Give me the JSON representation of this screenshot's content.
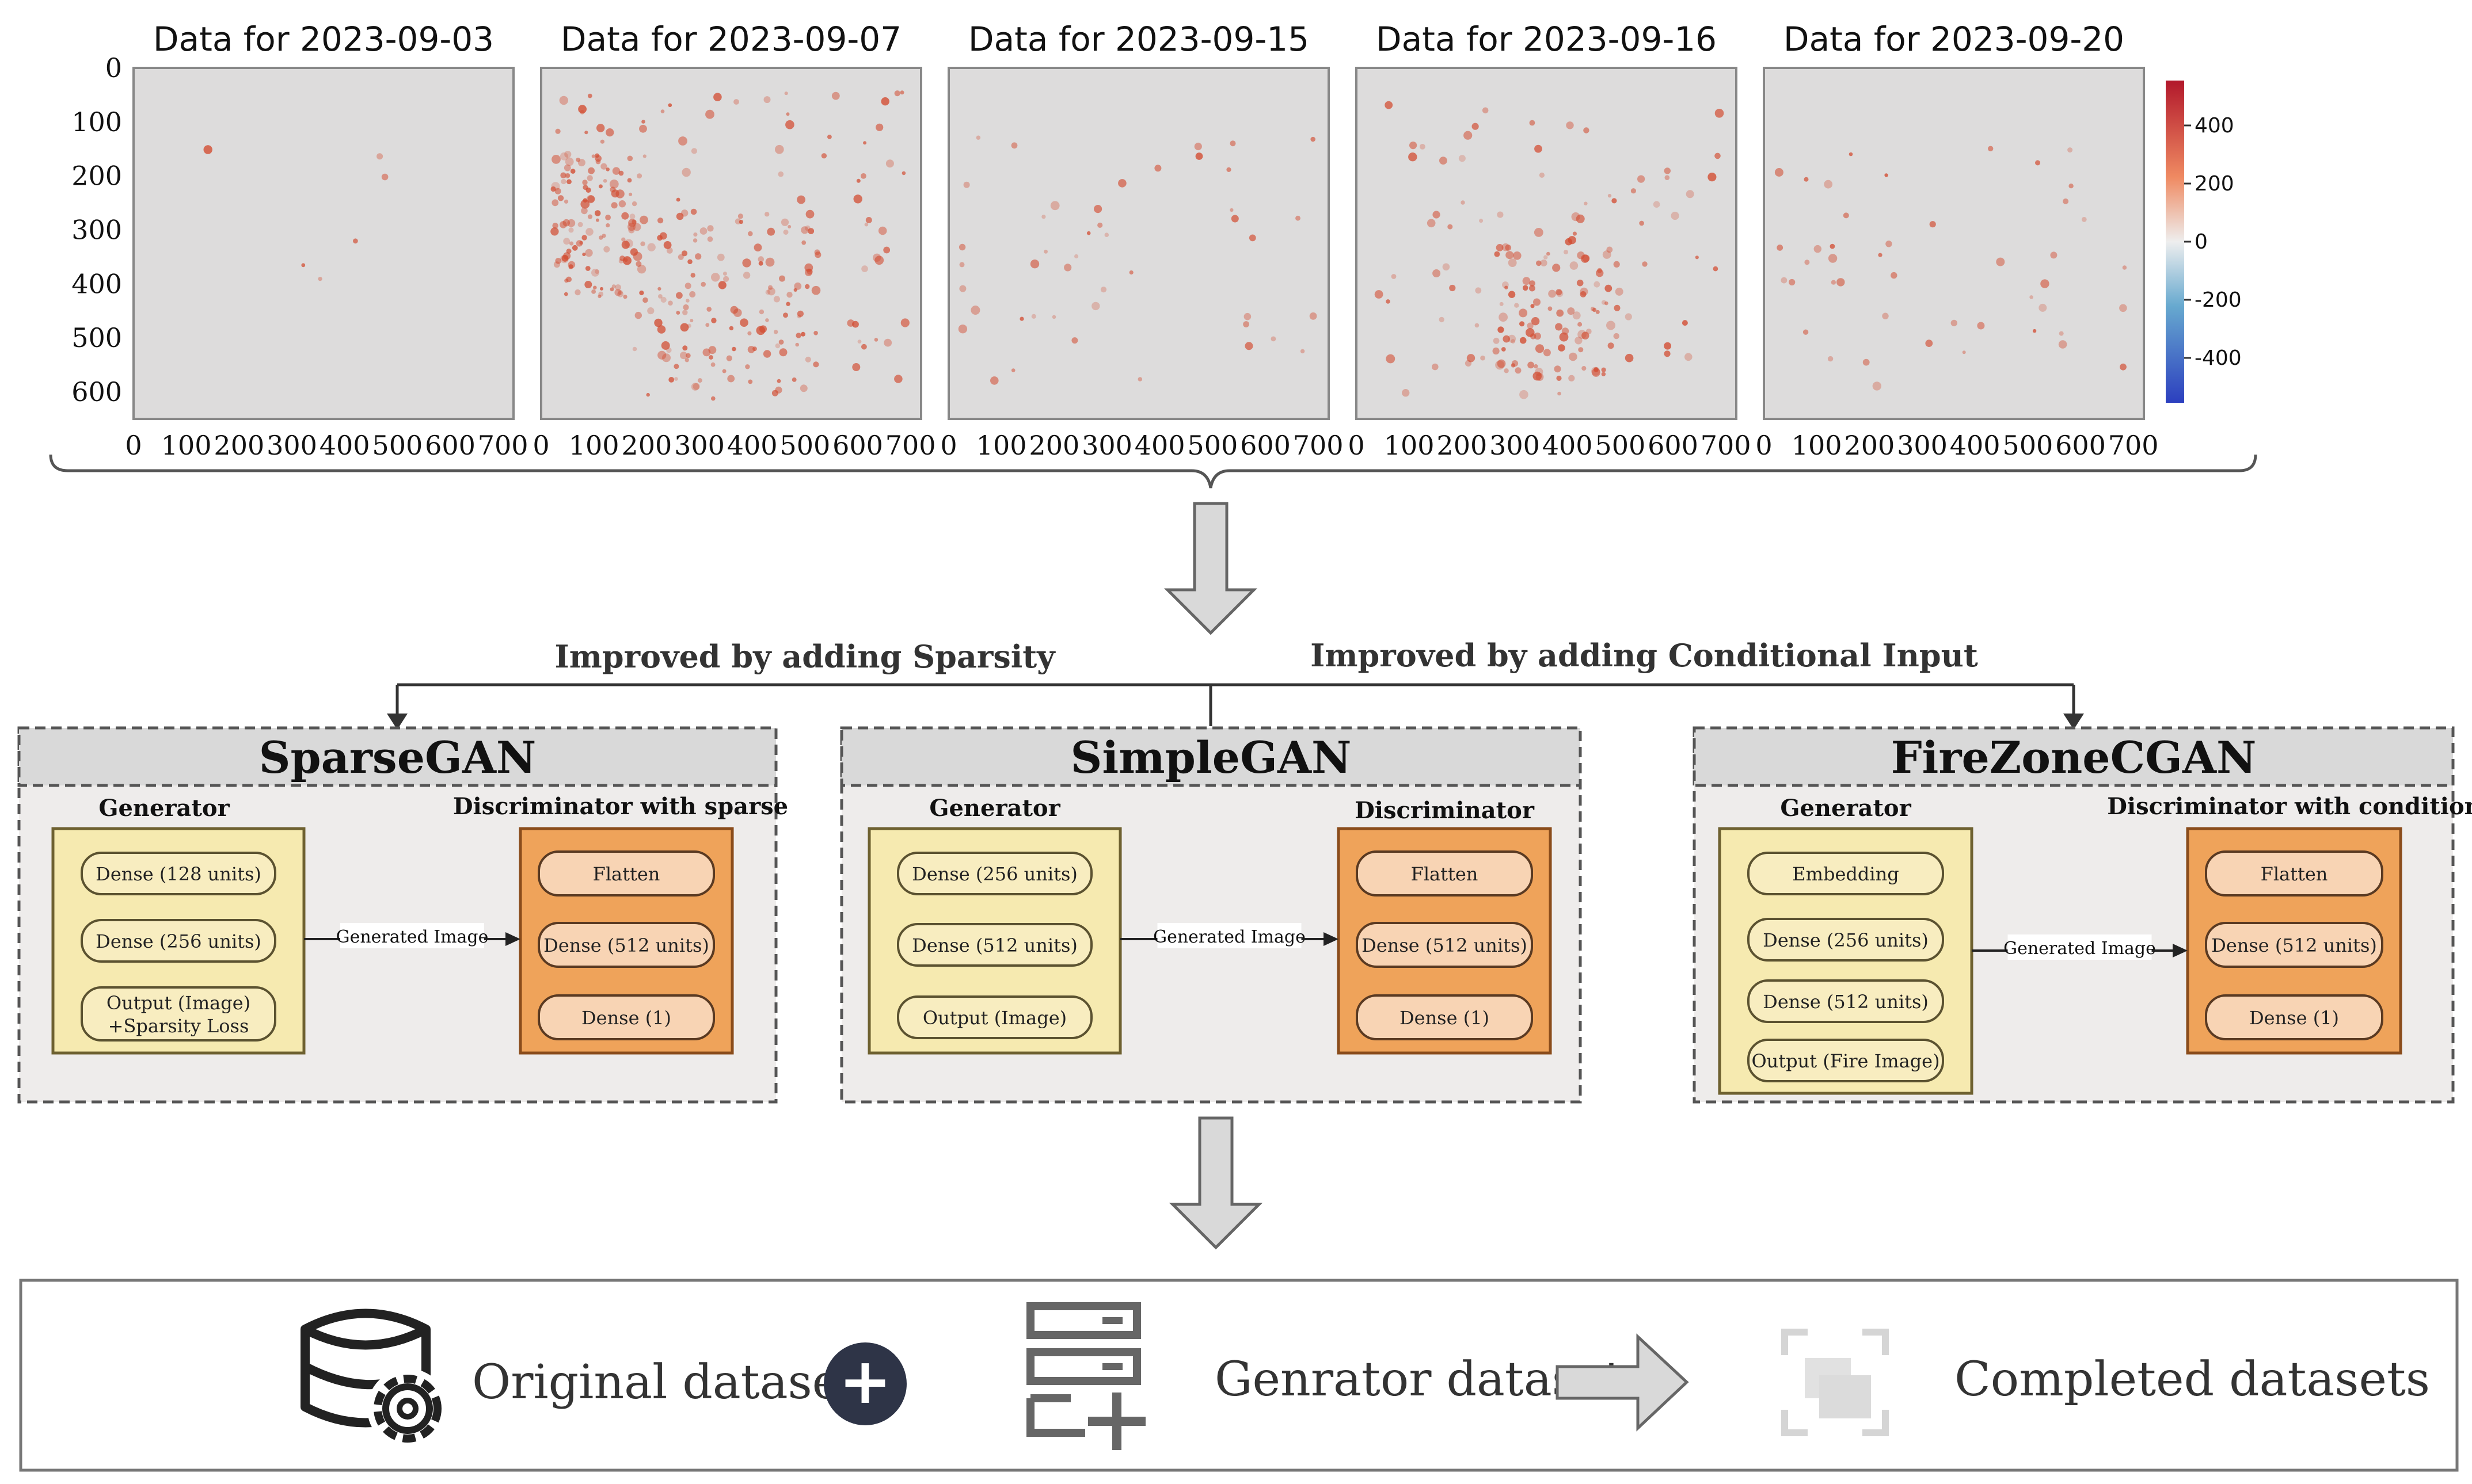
{
  "heatmaps": {
    "panels": [
      {
        "title": "Data for 2023-09-03",
        "density": "very-low"
      },
      {
        "title": "Data for 2023-09-07",
        "density": "high"
      },
      {
        "title": "Data for 2023-09-15",
        "density": "low"
      },
      {
        "title": "Data for 2023-09-16",
        "density": "medium"
      },
      {
        "title": "Data for 2023-09-20",
        "density": "low"
      }
    ],
    "x_ticks": [
      "0",
      "100",
      "200",
      "300",
      "400",
      "500",
      "600",
      "700"
    ],
    "y_ticks": [
      "0",
      "100",
      "200",
      "300",
      "400",
      "500",
      "600"
    ],
    "colorbar_ticks": [
      "400",
      "200",
      "0",
      "-200",
      "-400"
    ],
    "colors": {
      "background": "#dddcdc",
      "hot": "#d24b30",
      "cold": "#3a4fc8"
    }
  },
  "chart_data": [
    {
      "type": "heatmap",
      "title": "Data for 2023-09-03",
      "xlim": [
        0,
        720
      ],
      "ylim": [
        650,
        0
      ],
      "clim": [
        -550,
        550
      ]
    },
    {
      "type": "heatmap",
      "title": "Data for 2023-09-07",
      "xlim": [
        0,
        720
      ],
      "ylim": [
        650,
        0
      ],
      "clim": [
        -550,
        550
      ]
    },
    {
      "type": "heatmap",
      "title": "Data for 2023-09-15",
      "xlim": [
        0,
        720
      ],
      "ylim": [
        650,
        0
      ],
      "clim": [
        -550,
        550
      ]
    },
    {
      "type": "heatmap",
      "title": "Data for 2023-09-16",
      "xlim": [
        0,
        720
      ],
      "ylim": [
        650,
        0
      ],
      "clim": [
        -550,
        550
      ]
    },
    {
      "type": "heatmap",
      "title": "Data for 2023-09-20",
      "xlim": [
        0,
        720
      ],
      "ylim": [
        650,
        0
      ],
      "clim": [
        -550,
        550
      ]
    }
  ],
  "branches": {
    "left_label": "Improved by adding Sparsity",
    "right_label": "Improved by adding Conditional Input"
  },
  "gans": [
    {
      "title": "SparseGAN",
      "generator": {
        "title": "Generator",
        "layers": [
          "Dense (128 units)",
          "Dense (256 units)",
          "Output (Image)\n+Sparsity Loss"
        ]
      },
      "edge_label": "Generated Image",
      "discriminator": {
        "title": "Discriminator with sparse",
        "layers": [
          "Flatten",
          "Dense (512 units)",
          "Dense (1)"
        ]
      }
    },
    {
      "title": "SimpleGAN",
      "generator": {
        "title": "Generator",
        "layers": [
          "Dense (256 units)",
          "Dense (512 units)",
          "Output (Image)"
        ]
      },
      "edge_label": "Generated Image",
      "discriminator": {
        "title": "Discriminator",
        "layers": [
          "Flatten",
          "Dense (512 units)",
          "Dense (1)"
        ]
      }
    },
    {
      "title": "FireZoneCGAN",
      "generator": {
        "title": "Generator",
        "layers": [
          "Embedding",
          "Dense (256 units)",
          "Dense (512 units)",
          "Output (Fire Image)"
        ]
      },
      "edge_label": "Generated Image",
      "discriminator": {
        "title": "Discriminator with condition",
        "layers": [
          "Flatten",
          "Dense (512 units)",
          "Dense (1)"
        ]
      }
    }
  ],
  "bottom": {
    "original": "Original dataset",
    "plus": "+",
    "generator": "Genrator dataset",
    "completed": "Completed datasets",
    "icons": [
      "database-gear-icon",
      "plus-circle-icon",
      "list-add-icon",
      "right-arrow-icon",
      "stacked-images-icon"
    ]
  },
  "theme": {
    "box_fill": "#eeeceb",
    "header_fill": "#d9d9d9",
    "dashed": "#555555",
    "gen_fill": "#f6eab0",
    "gen_stroke": "#6e6130",
    "disc_fill": "#efa35a",
    "disc_stroke": "#8a4c1b",
    "disc_layer_fill": "#f8d4b4",
    "arrow_fill": "#d9d9d9",
    "arrow_stroke": "#666666",
    "dark_circle": "#2e3447"
  }
}
